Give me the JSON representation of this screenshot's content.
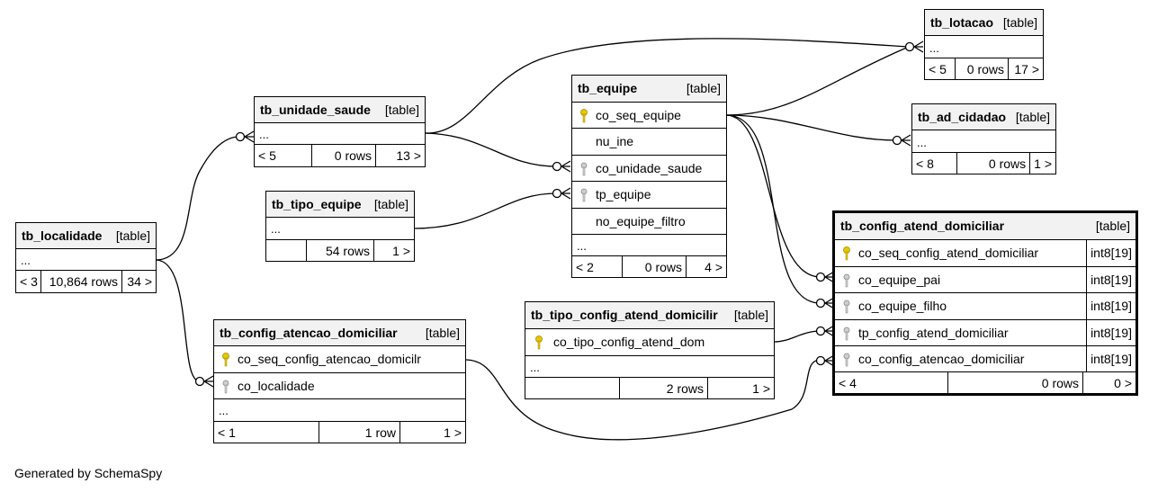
{
  "footer": "Generated by SchemaSpy",
  "tables": {
    "tb_lotacao": {
      "name": "tb_lotacao",
      "type": "[table]",
      "ellipsis": "...",
      "parents": "< 5",
      "rows": "0 rows",
      "children": "17 >"
    },
    "tb_ad_cidadao": {
      "name": "tb_ad_cidadao",
      "type": "[table]",
      "ellipsis": "...",
      "parents": "< 8",
      "rows": "0 rows",
      "children": "1 >"
    },
    "tb_equipe": {
      "name": "tb_equipe",
      "type": "[table]",
      "ellipsis": "...",
      "columns": [
        {
          "name": "co_seq_equipe",
          "key": "primary"
        },
        {
          "name": "nu_ine",
          "key": "none"
        },
        {
          "name": "co_unidade_saude",
          "key": "foreign"
        },
        {
          "name": "tp_equipe",
          "key": "foreign"
        },
        {
          "name": "no_equipe_filtro",
          "key": "none"
        }
      ],
      "parents": "< 2",
      "rows": "0 rows",
      "children": "4 >"
    },
    "tb_unidade_saude": {
      "name": "tb_unidade_saude",
      "type": "[table]",
      "ellipsis": "...",
      "parents": "< 5",
      "rows": "0 rows",
      "children": "13 >"
    },
    "tb_tipo_equipe": {
      "name": "tb_tipo_equipe",
      "type": "[table]",
      "ellipsis": "...",
      "parents": "",
      "rows": "54 rows",
      "children": "1 >"
    },
    "tb_localidade": {
      "name": "tb_localidade",
      "type": "[table]",
      "ellipsis": "...",
      "parents": "< 3",
      "rows": "10,864 rows",
      "children": "34 >"
    },
    "tb_config_atencao_domiciliar": {
      "name": "tb_config_atencao_domiciliar",
      "type": "[table]",
      "ellipsis": "...",
      "columns": [
        {
          "name": "co_seq_config_atencao_domicilr",
          "key": "primary"
        },
        {
          "name": "co_localidade",
          "key": "foreign"
        }
      ],
      "parents": "< 1",
      "rows": "1 row",
      "children": "1 >"
    },
    "tb_tipo_config_atend_domicilir": {
      "name": "tb_tipo_config_atend_domicilir",
      "type": "[table]",
      "ellipsis": "...",
      "columns": [
        {
          "name": "co_tipo_config_atend_dom",
          "key": "primary"
        }
      ],
      "parents": "",
      "rows": "2 rows",
      "children": "1 >"
    },
    "tb_config_atend_domiciliar": {
      "name": "tb_config_atend_domiciliar",
      "type": "[table]",
      "columns": [
        {
          "name": "co_seq_config_atend_domiciliar",
          "key": "primary",
          "dtype": "int8[19]"
        },
        {
          "name": "co_equipe_pai",
          "key": "foreign",
          "dtype": "int8[19]"
        },
        {
          "name": "co_equipe_filho",
          "key": "foreign",
          "dtype": "int8[19]"
        },
        {
          "name": "tp_config_atend_domiciliar",
          "key": "foreign",
          "dtype": "int8[19]"
        },
        {
          "name": "co_config_atencao_domiciliar",
          "key": "foreign",
          "dtype": "int8[19]"
        }
      ],
      "parents": "< 4",
      "rows": "0 rows",
      "children": "0 >"
    }
  },
  "colors": {
    "primary_key": "#e6c800",
    "foreign_key": "#a8a8a8",
    "header_bg": "#f2f2f2"
  }
}
